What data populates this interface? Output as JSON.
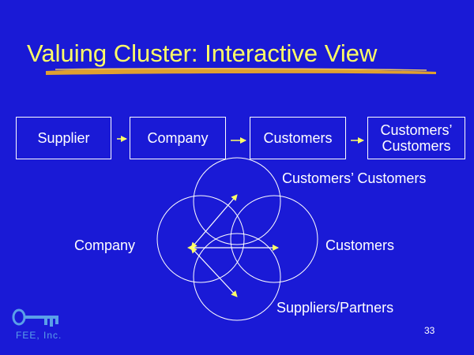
{
  "title": "Valuing Cluster: Interactive View",
  "flow": [
    "Supplier",
    "Company",
    "Customers",
    "Customers’\nCustomers"
  ],
  "circles": {
    "top": "Customers’ Customers",
    "left": "Company",
    "right": "Customers",
    "bottom": "Suppliers/Partners"
  },
  "logo_text": "FEE, Inc.",
  "page_number": "33",
  "colors": {
    "background": "#1a1ad6",
    "title": "#ffff66",
    "accent": "#e0a030",
    "arrow": "#ffff66",
    "lines": "#ffffff"
  }
}
